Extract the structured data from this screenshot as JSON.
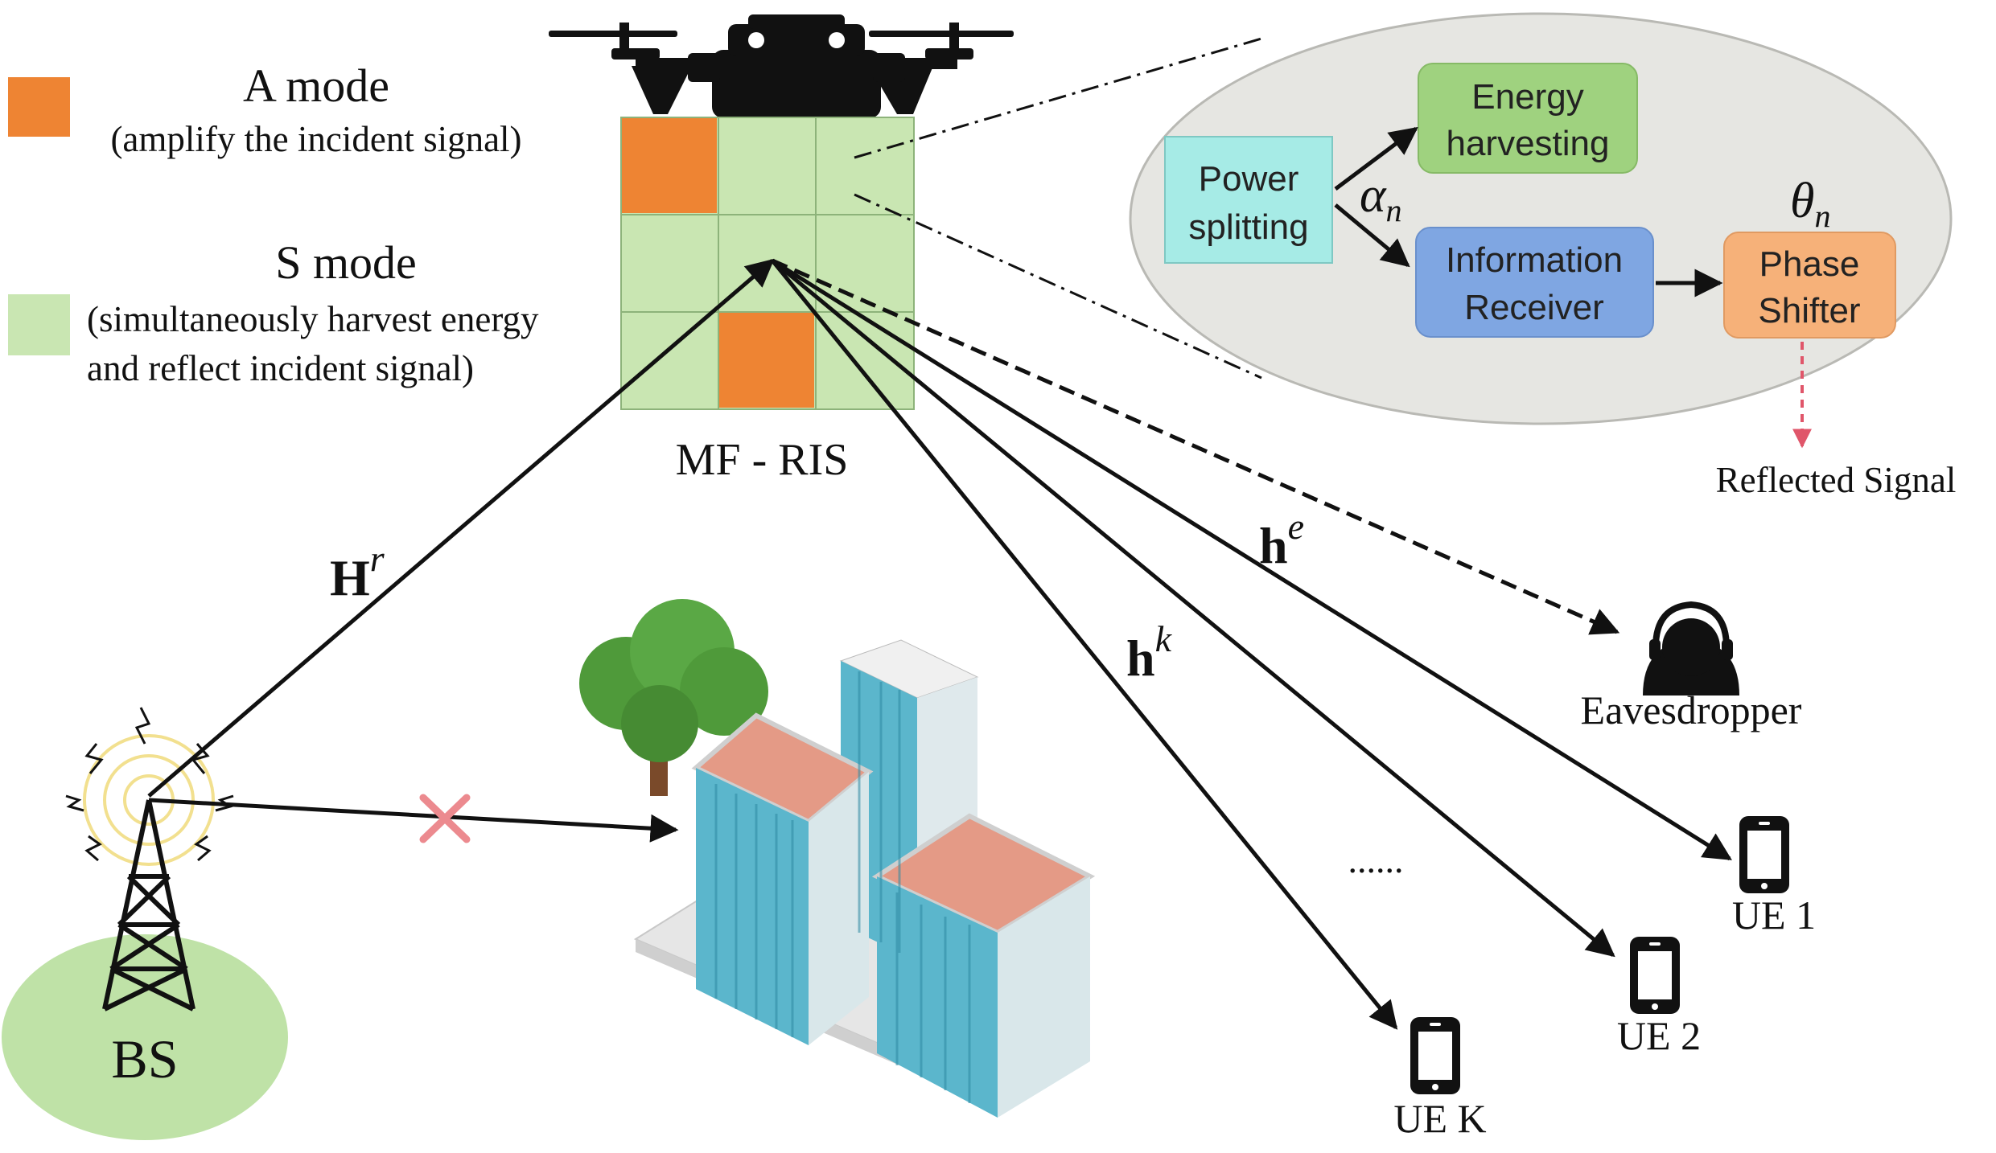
{
  "legend": {
    "a_mode": {
      "title": "A mode",
      "desc": "(amplify the incident signal)",
      "color": "#ee8433"
    },
    "s_mode": {
      "title": "S mode",
      "desc_line1": "(simultaneously harvest energy",
      "desc_line2": "and reflect  incident signal)",
      "color": "#c9e6b2"
    }
  },
  "ris": {
    "label": "MF - RIS"
  },
  "detail": {
    "power_splitting": {
      "line1": "Power",
      "line2": "splitting",
      "color": "#a6ebe6"
    },
    "energy_harvesting": {
      "line1": "Energy",
      "line2": "harvesting",
      "color": "#9fd27f"
    },
    "information_receiver": {
      "line1": "Information",
      "line2": "Receiver",
      "color": "#7fa6e2"
    },
    "phase_shifter": {
      "line1": "Phase",
      "line2": "Shifter",
      "color": "#f6b179"
    },
    "alpha": "α",
    "alpha_sub": "n",
    "theta": "θ",
    "theta_sub": "n",
    "reflected_signal": "Reflected Signal"
  },
  "channels": {
    "hr_main": "H",
    "hr_sup": "r",
    "he_main": "h",
    "he_sup": "e",
    "hk_main": "h",
    "hk_sup": "k"
  },
  "nodes": {
    "bs": "BS",
    "eavesdropper": "Eavesdropper",
    "ue1": "UE 1",
    "ue2": "UE 2",
    "uek": "UE K",
    "ellipsis": "......"
  },
  "colors": {
    "blocked_cross": "#ec8a8f",
    "reflected_arrow": "#e0566a",
    "bubble": "#e6e6e2",
    "building_glass": "#5bb6cc",
    "roof": "#e49a86",
    "tree": "#4f9a3a"
  }
}
